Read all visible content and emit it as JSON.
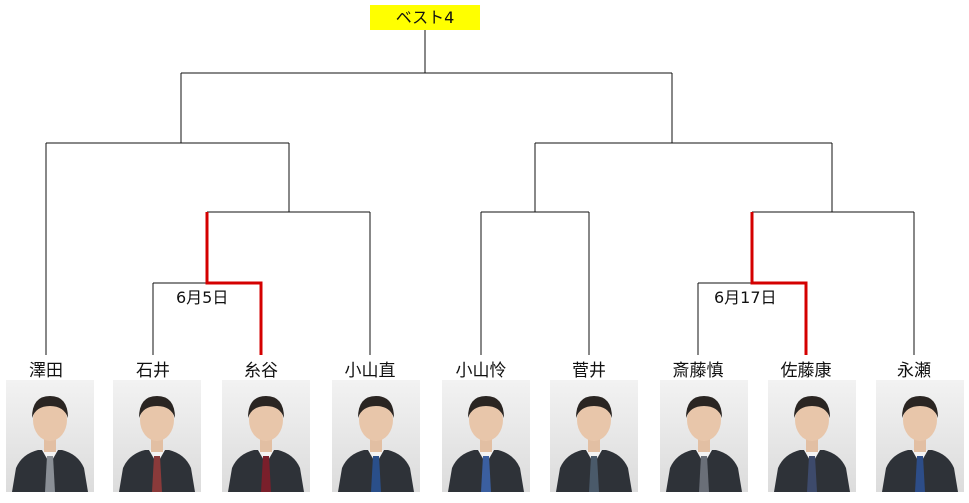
{
  "round_title": "ベスト4",
  "line_colors": {
    "normal": "#111111",
    "winner": "#d40000"
  },
  "matches": [
    {
      "date": "6月5日",
      "winner": "糸谷"
    },
    {
      "date": "6月17日",
      "winner": "佐藤康"
    }
  ],
  "players": [
    {
      "name": "澤田",
      "tie": "#8a8f96"
    },
    {
      "name": "石井",
      "tie": "#8a3a3a"
    },
    {
      "name": "糸谷",
      "tie": "#7a1f2b"
    },
    {
      "name": "小山直",
      "tie": "#2a4f8a"
    },
    {
      "name": "小山怜",
      "tie": "#3b5fa0"
    },
    {
      "name": "菅井",
      "tie": "#4a5a6a"
    },
    {
      "name": "斎藤慎",
      "tie": "#6a6f78"
    },
    {
      "name": "佐藤康",
      "tie": "#3d4a6b"
    },
    {
      "name": "永瀬",
      "tie": "#2d4d88"
    }
  ]
}
